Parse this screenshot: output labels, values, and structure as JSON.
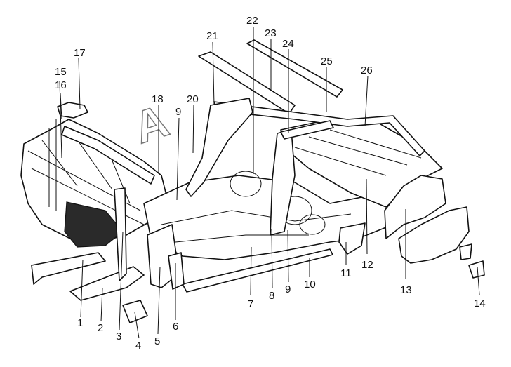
{
  "callouts": [
    "1",
    "2",
    "3",
    "4",
    "5",
    "6",
    "7",
    "8",
    "9",
    "9",
    "10",
    "11",
    "12",
    "13",
    "14",
    "15",
    "16",
    "17",
    "18",
    "20",
    "21",
    "22",
    "23",
    "24",
    "25",
    "26"
  ],
  "watermark": "A"
}
